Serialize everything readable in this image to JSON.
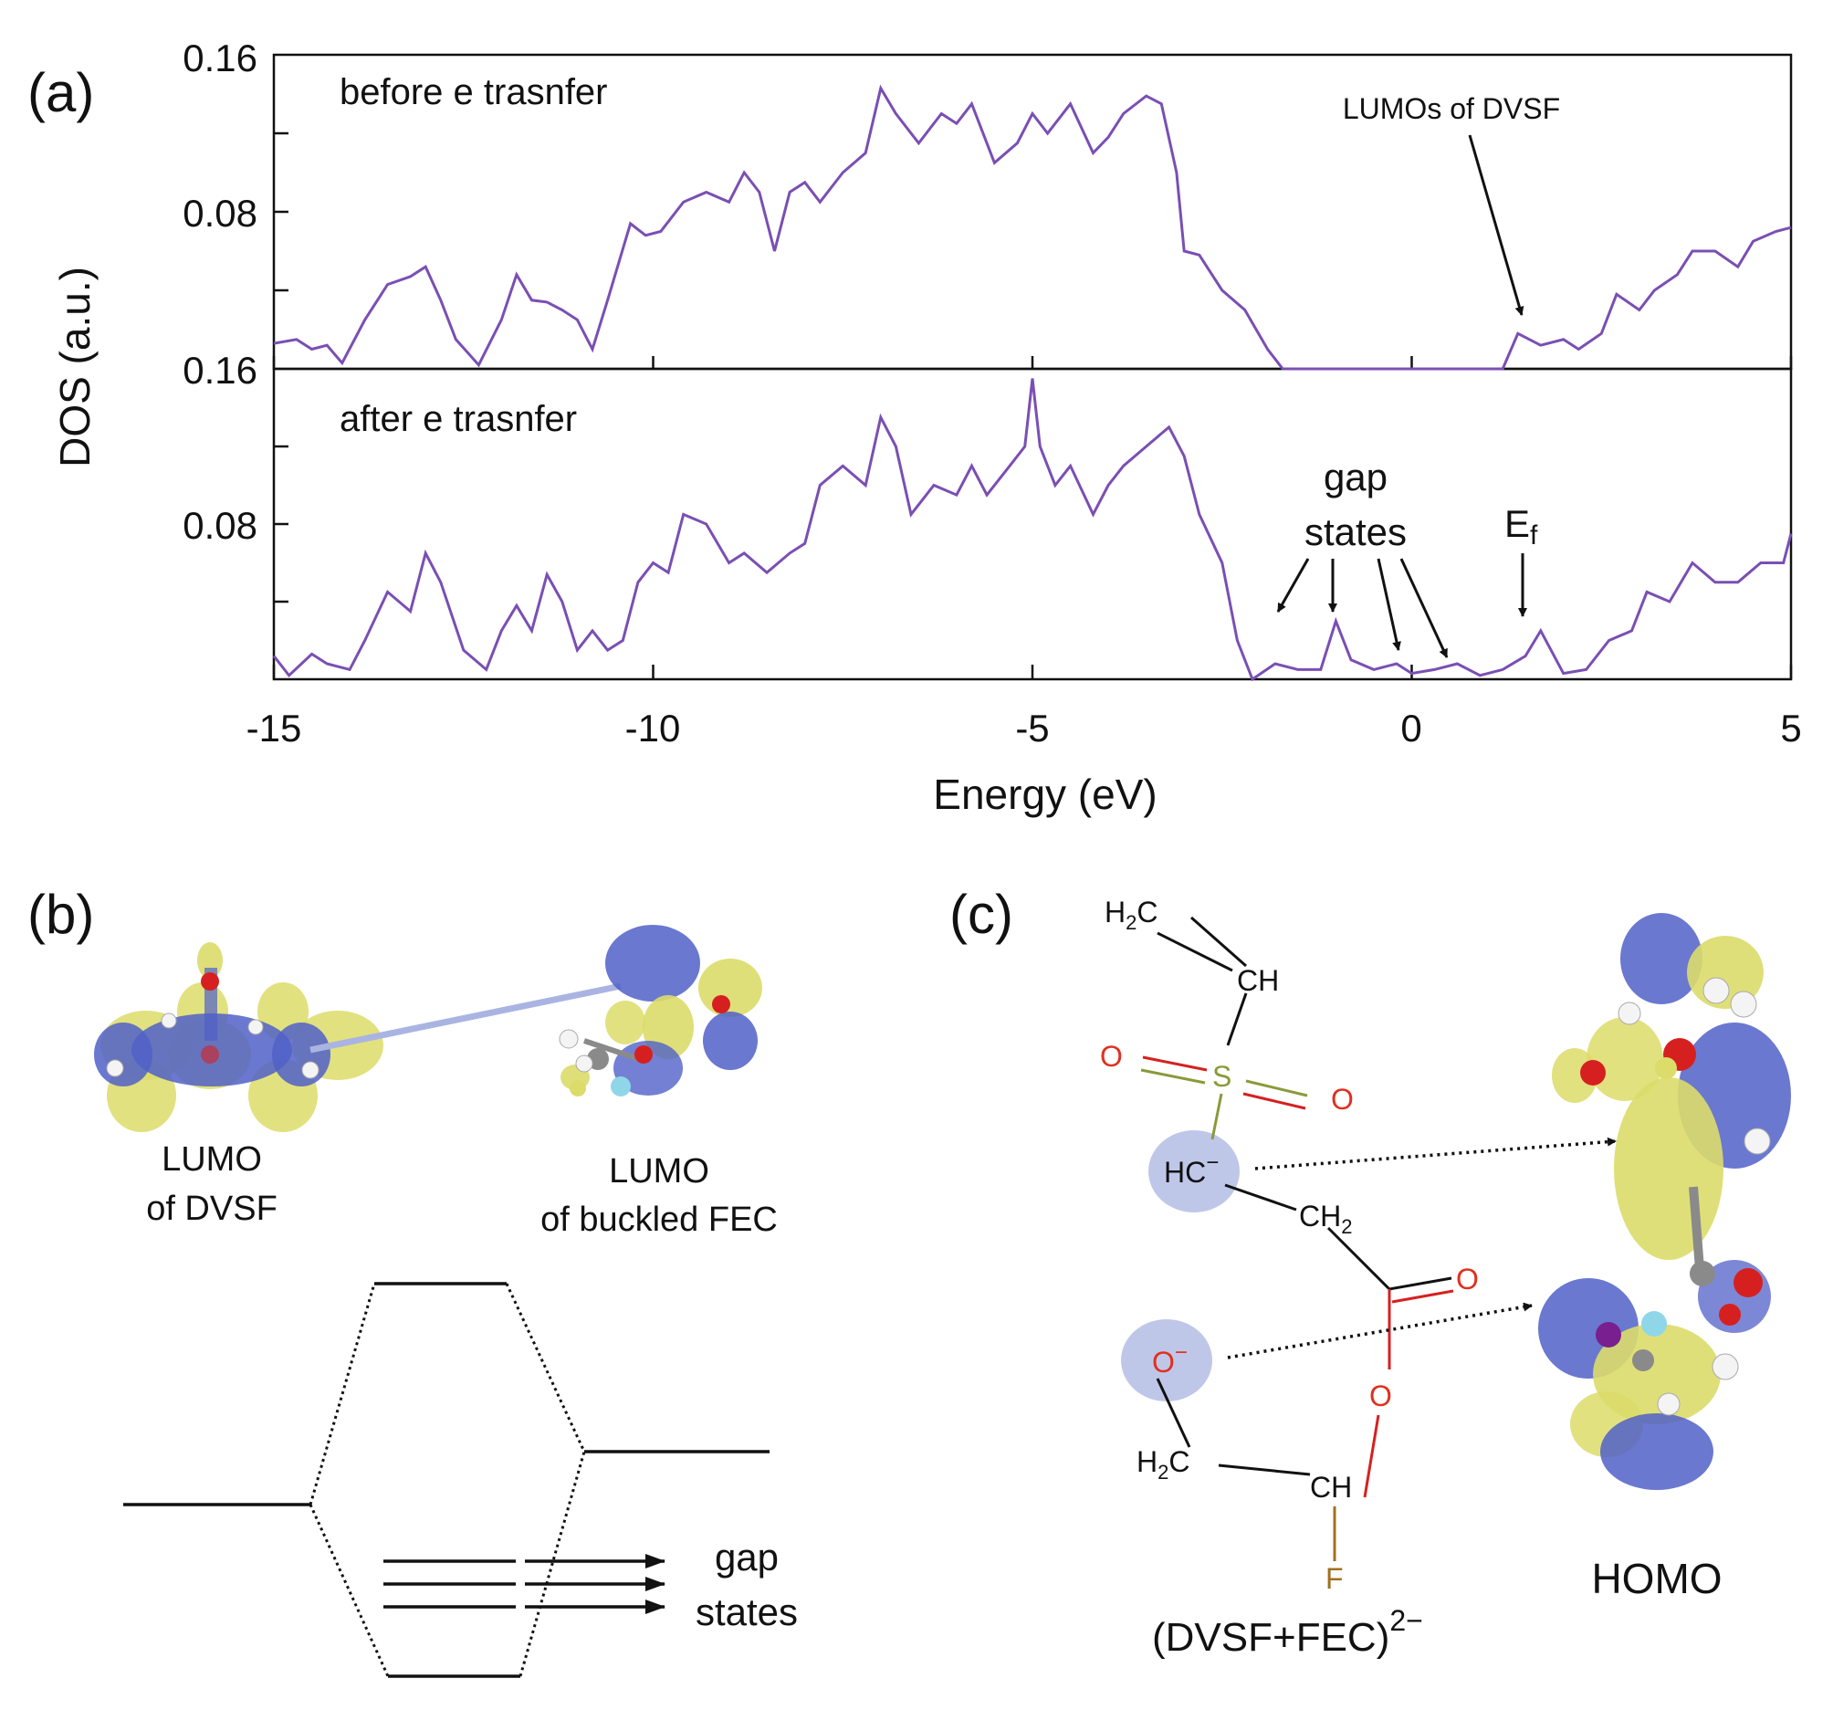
{
  "colors": {
    "curve": "#7a4fb3",
    "axis": "#111111",
    "orbital_blue": "#5060c8",
    "orbital_yellow": "#dcdc6a",
    "atom_red": "#d62020",
    "atom_grey": "#8a8a8a",
    "atom_white": "#f4f4f4",
    "atom_cyan": "#8fd7e8",
    "atom_purple": "#7a1f8f",
    "oxygen_label": "#e03020",
    "fluorine_label": "#a07020",
    "bond_green": "#8a9a3a",
    "highlight": "#aab4e2"
  },
  "panel_a": {
    "label": "(a)",
    "ylabel": "DOS (a.u.)",
    "xlabel": "Energy (eV)",
    "top_panel_note": "before e trasnfer",
    "bottom_panel_note": "after e trasnfer",
    "ann_lumos": "LUMOs of DVSF",
    "ann_gap_1": "gap",
    "ann_gap_2": "states",
    "ann_ef_main": "E",
    "ann_ef_sub": "f"
  },
  "chart_data": {
    "type": "line",
    "xlabel": "Energy (eV)",
    "ylabel": "DOS (a.u.)",
    "xlim": [
      -15,
      5
    ],
    "ylim": [
      0,
      0.16
    ],
    "x_ticks": [
      -15,
      -10,
      -5,
      0,
      5
    ],
    "x_tick_labels": [
      "-15",
      "-10",
      "-5",
      "0",
      "5"
    ],
    "y_tick_labels_top": [
      "0.16",
      "0.08"
    ],
    "y_tick_labels_bottom": [
      "0.16",
      "0.08"
    ],
    "series": [
      {
        "panel": "before e trasnfer",
        "x": [
          -15,
          -14.7,
          -14.5,
          -14.3,
          -14.1,
          -13.8,
          -13.5,
          -13.2,
          -13,
          -12.8,
          -12.6,
          -12.3,
          -12,
          -11.8,
          -11.6,
          -11.4,
          -11.2,
          -11,
          -10.8,
          -10.6,
          -10.3,
          -10.1,
          -9.9,
          -9.6,
          -9.3,
          -9,
          -8.8,
          -8.6,
          -8.4,
          -8.2,
          -8,
          -7.8,
          -7.5,
          -7.2,
          -7,
          -6.8,
          -6.5,
          -6.2,
          -6,
          -5.8,
          -5.5,
          -5.2,
          -5,
          -4.8,
          -4.5,
          -4.2,
          -4,
          -3.8,
          -3.5,
          -3.3,
          -3.1,
          -3,
          -2.8,
          -2.5,
          -2.2,
          -1.9,
          -1.7,
          1.2,
          1.4,
          1.7,
          2,
          2.2,
          2.5,
          2.7,
          3,
          3.2,
          3.5,
          3.7,
          4,
          4.3,
          4.5,
          4.8,
          5
        ],
        "y": [
          0.013,
          0.015,
          0.01,
          0.012,
          0.003,
          0.025,
          0.043,
          0.047,
          0.052,
          0.035,
          0.015,
          0.002,
          0.025,
          0.048,
          0.035,
          0.034,
          0.03,
          0.025,
          0.01,
          0.035,
          0.074,
          0.068,
          0.07,
          0.085,
          0.09,
          0.085,
          0.1,
          0.09,
          0.06,
          0.09,
          0.095,
          0.085,
          0.1,
          0.11,
          0.143,
          0.13,
          0.115,
          0.13,
          0.125,
          0.135,
          0.105,
          0.115,
          0.13,
          0.12,
          0.135,
          0.11,
          0.118,
          0.13,
          0.139,
          0.135,
          0.1,
          0.06,
          0.058,
          0.04,
          0.03,
          0.01,
          0,
          0,
          0.018,
          0.012,
          0.015,
          0.01,
          0.018,
          0.038,
          0.03,
          0.04,
          0.048,
          0.06,
          0.06,
          0.052,
          0.065,
          0.07,
          0.072
        ]
      },
      {
        "panel": "after e trasnfer",
        "x": [
          -15,
          -14.8,
          -14.5,
          -14.3,
          -14,
          -13.8,
          -13.5,
          -13.2,
          -13,
          -12.8,
          -12.5,
          -12.2,
          -12,
          -11.8,
          -11.6,
          -11.4,
          -11.2,
          -11,
          -10.8,
          -10.6,
          -10.4,
          -10.2,
          -10,
          -9.8,
          -9.6,
          -9.3,
          -9,
          -8.8,
          -8.5,
          -8.2,
          -8,
          -7.8,
          -7.5,
          -7.2,
          -7,
          -6.8,
          -6.6,
          -6.3,
          -6,
          -5.8,
          -5.6,
          -5.3,
          -5.1,
          -5,
          -4.9,
          -4.7,
          -4.5,
          -4.2,
          -4,
          -3.8,
          -3.5,
          -3.2,
          -3,
          -2.8,
          -2.5,
          -2.3,
          -2.1,
          -1.8,
          -1.5,
          -1.2,
          -1,
          -0.8,
          -0.5,
          -0.2,
          0,
          0.3,
          0.6,
          0.9,
          1.2,
          1.5,
          1.7,
          2,
          2.3,
          2.6,
          2.9,
          3.1,
          3.4,
          3.7,
          4,
          4.3,
          4.6,
          4.9,
          5
        ],
        "y": [
          0.012,
          0.002,
          0.013,
          0.008,
          0.005,
          0.02,
          0.045,
          0.035,
          0.065,
          0.05,
          0.015,
          0.005,
          0.025,
          0.038,
          0.025,
          0.054,
          0.04,
          0.015,
          0.025,
          0.015,
          0.02,
          0.05,
          0.06,
          0.055,
          0.085,
          0.08,
          0.06,
          0.065,
          0.055,
          0.065,
          0.07,
          0.1,
          0.11,
          0.1,
          0.135,
          0.12,
          0.085,
          0.1,
          0.095,
          0.11,
          0.095,
          0.11,
          0.12,
          0.155,
          0.12,
          0.1,
          0.11,
          0.085,
          0.1,
          0.11,
          0.12,
          0.13,
          0.115,
          0.085,
          0.06,
          0.02,
          0,
          0.008,
          0.005,
          0.005,
          0.03,
          0.01,
          0.005,
          0.008,
          0.003,
          0.005,
          0.008,
          0.002,
          0.005,
          0.012,
          0.025,
          0.003,
          0.005,
          0.02,
          0.025,
          0.045,
          0.04,
          0.06,
          0.05,
          0.05,
          0.06,
          0.06,
          0.075
        ]
      }
    ]
  },
  "panel_b": {
    "label": "(b)",
    "lumo_dvsf_1": "LUMO",
    "lumo_dvsf_2": "of DVSF",
    "lumo_fec_1": "LUMO",
    "lumo_fec_2": "of buckled FEC",
    "gap_1": "gap",
    "gap_2": "states"
  },
  "panel_c": {
    "label": "(c)",
    "mol_h2c_top_main": "H",
    "mol_h2c_top_sub": "2",
    "mol_h2c_top_end": "C",
    "mol_ch_top": "CH",
    "mol_o_left": "O",
    "mol_s": "S",
    "mol_o_right": "O",
    "mol_hc_main": "HC",
    "mol_hc_charge": "−",
    "mol_ch2_main": "CH",
    "mol_ch2_sub": "2",
    "mol_o_carbonyl": "O",
    "mol_o_anion": "O",
    "mol_o_anion_charge": "−",
    "mol_o_ring": "O",
    "mol_h2c_bottom_main": "H",
    "mol_h2c_bottom_sub": "2",
    "mol_h2c_bottom_end": "C",
    "mol_ch_bottom": "CH",
    "mol_f": "F",
    "formula_main": "(DVSF+FEC)",
    "formula_sup": "2−",
    "homo": "HOMO"
  }
}
